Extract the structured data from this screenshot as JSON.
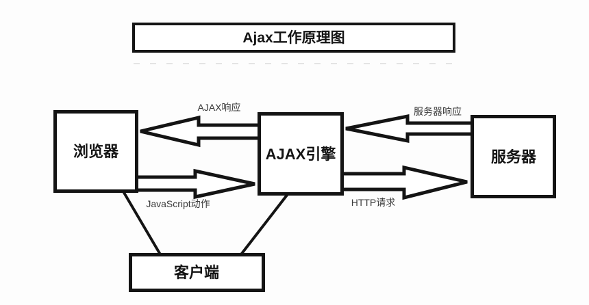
{
  "diagram": {
    "title": "Ajax工作原理图",
    "nodes": {
      "browser": {
        "label": "浏览器"
      },
      "ajax_engine": {
        "label": "AJAX引擎"
      },
      "server": {
        "label": "服务器"
      },
      "client": {
        "label": "客户端"
      }
    },
    "flows": {
      "ajax_response": {
        "label": "AJAX响应",
        "direction": "left"
      },
      "server_response": {
        "label": "服务器响应",
        "direction": "left"
      },
      "javascript_action": {
        "label": "JavaScript动作",
        "direction": "right"
      },
      "http_request": {
        "label": "HTTP请求",
        "direction": "right"
      }
    },
    "colors": {
      "background": "#fdfdfd",
      "stroke": "#141414",
      "flow_label": "#3a3a3a"
    }
  }
}
